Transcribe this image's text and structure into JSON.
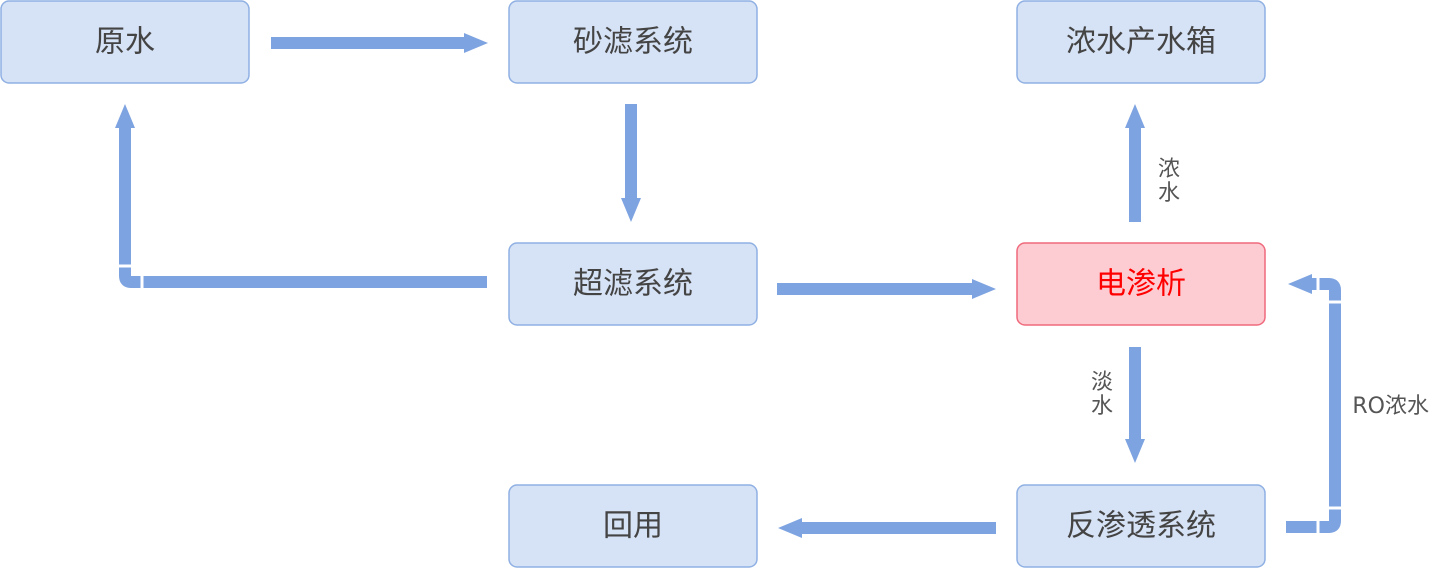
{
  "nodes": {
    "raw_water": "原水",
    "sand_filter": "砂滤系统",
    "concentrate_tank": "浓水产水箱",
    "ultrafiltration": "超滤系统",
    "electrodialysis": "电渗析",
    "reuse": "回用",
    "reverse_osmosis": "反渗透系统"
  },
  "edges": {
    "concentrate_label_line1": "浓",
    "concentrate_label_line2": "水",
    "dilute_label_line1": "淡",
    "dilute_label_line2": "水",
    "ro_concentrate_label": "RO浓水"
  },
  "colors": {
    "node_fill": "#d6e2f5",
    "node_border": "#8fb0e3",
    "highlight_fill": "#fdccd2",
    "highlight_border": "#ef6a7d",
    "highlight_text": "#ff0000",
    "arrow": "#7ea3e1"
  }
}
